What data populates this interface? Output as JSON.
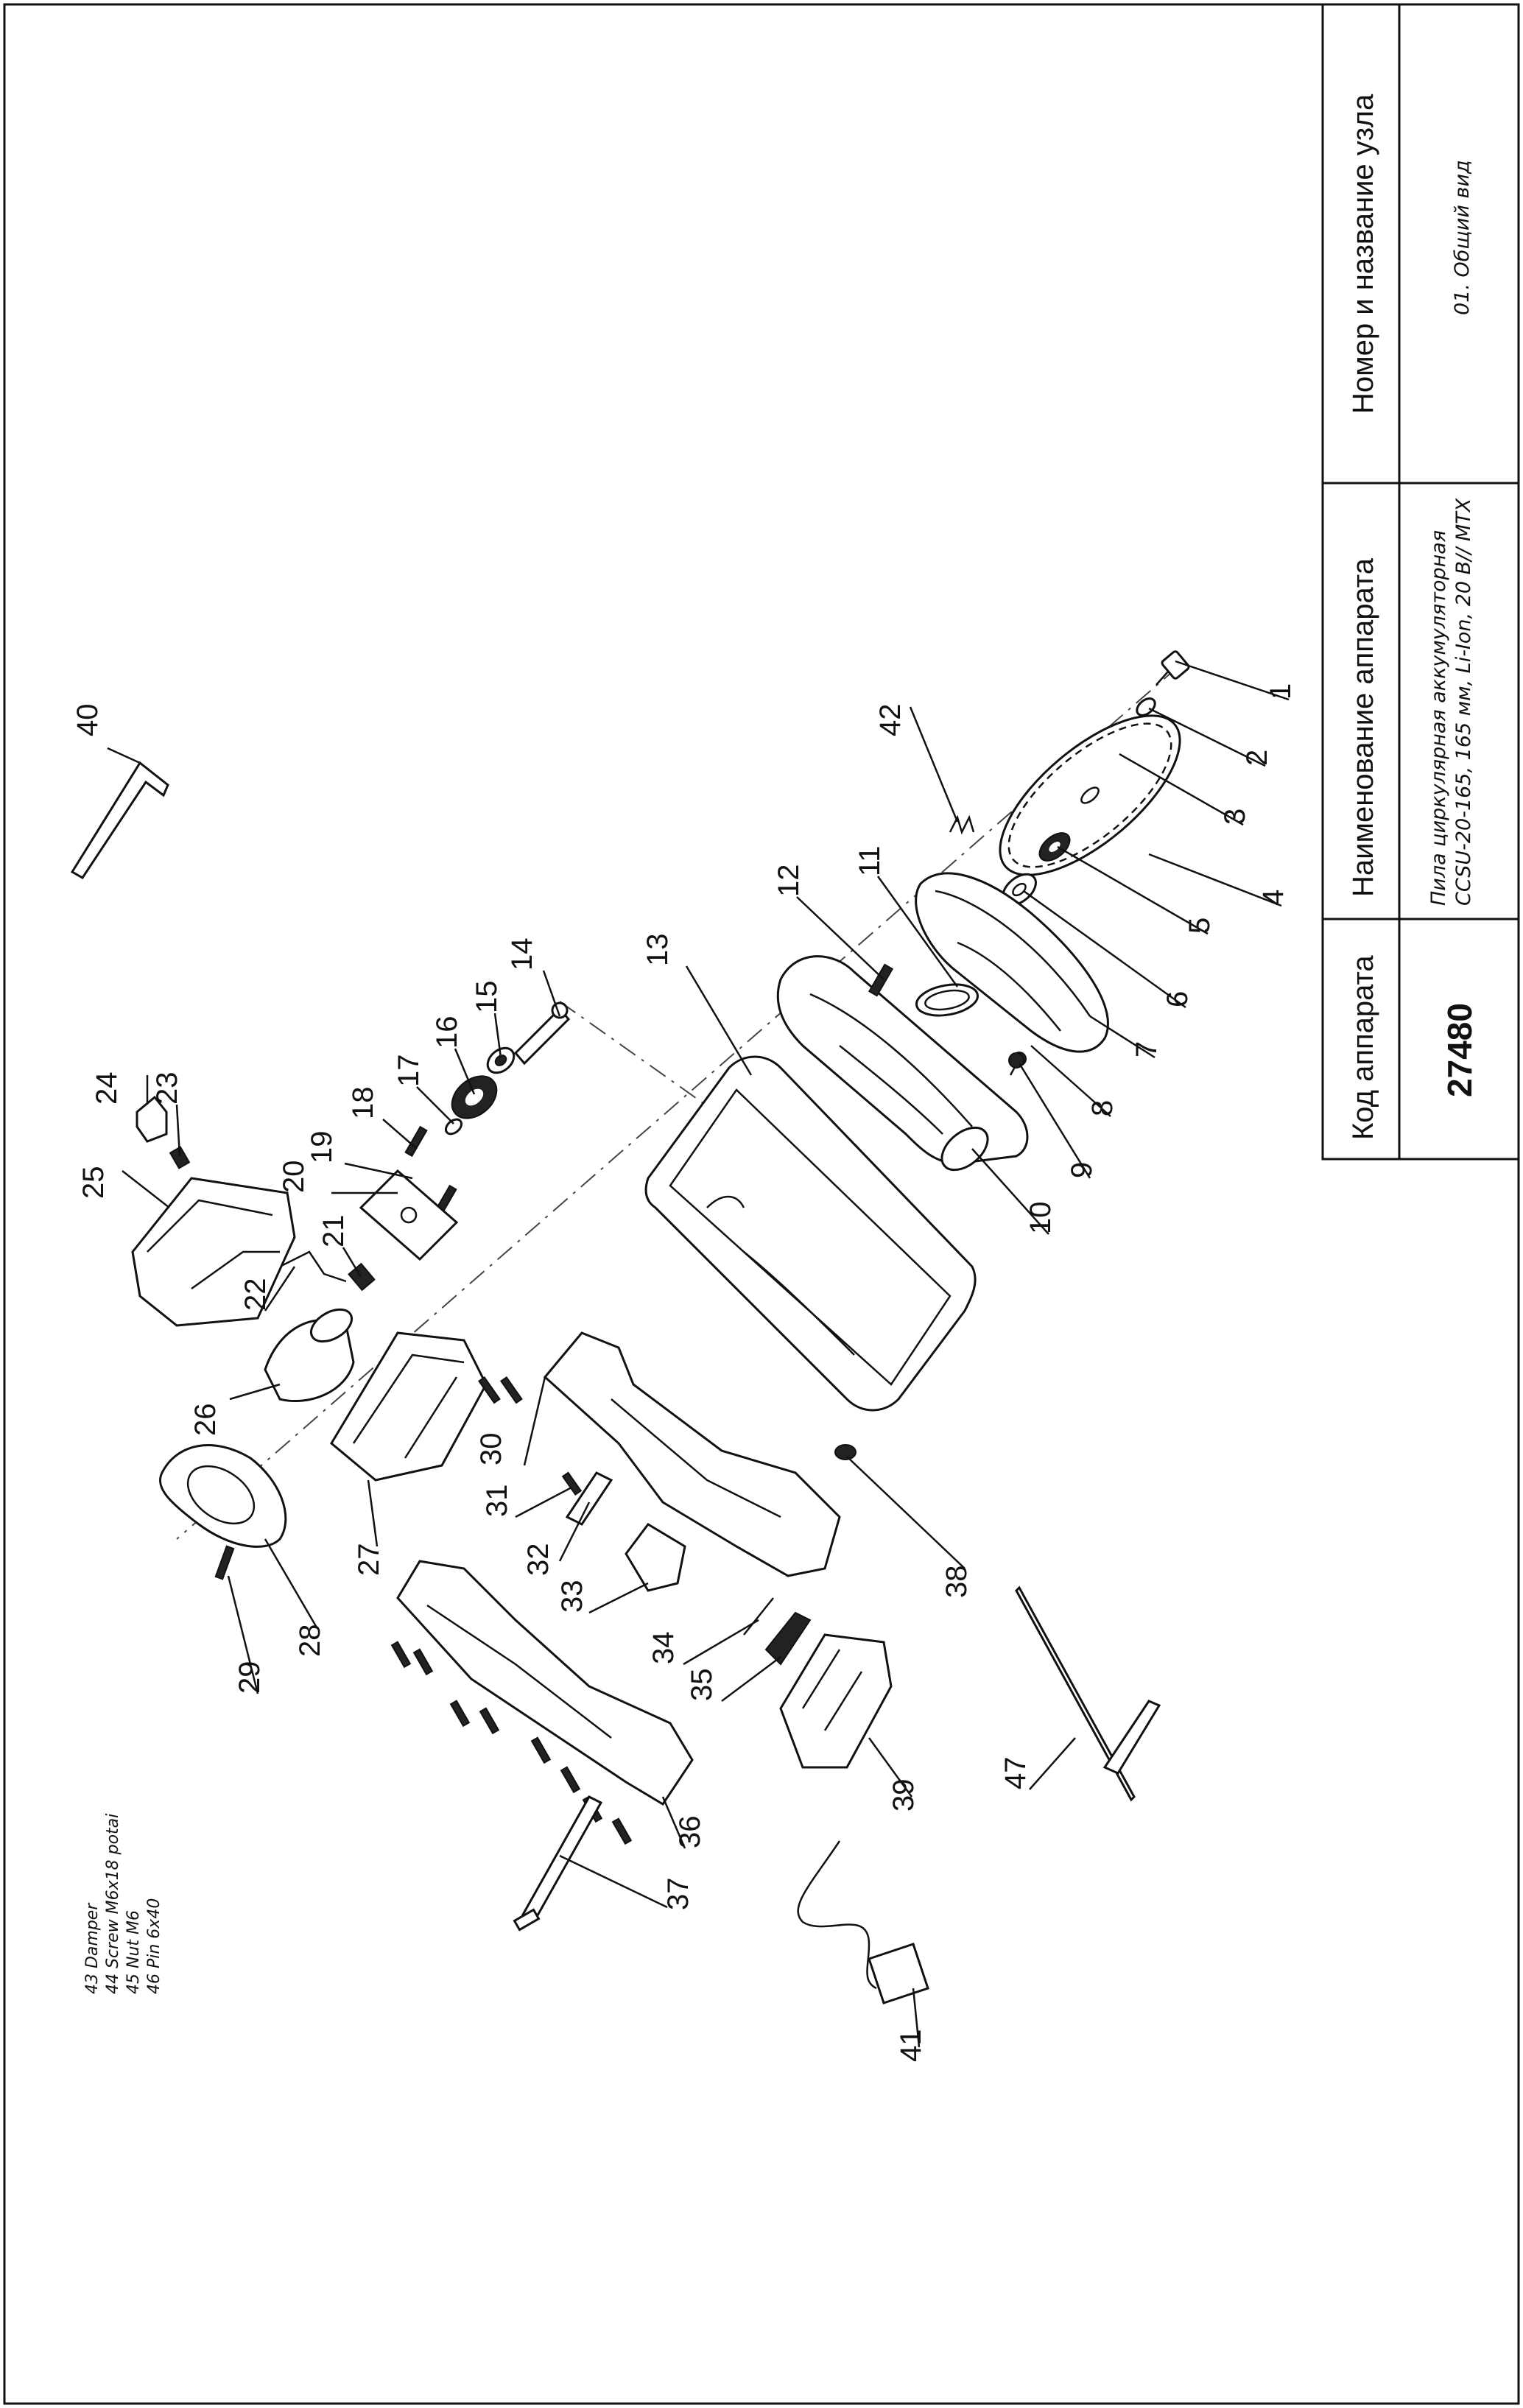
{
  "title_block": {
    "header_code": "Код аппарата",
    "header_name": "Наименование аппарата",
    "header_unit": "Номер и название узла",
    "code": "27480",
    "device_line1": "Пила циркулярная аккумуляторная",
    "device_line2": "CCSU-20-165, 165 мм, Li-Ion, 20 В// MTX",
    "unit": "01. Общий вид"
  },
  "notes": [
    "43 Damper",
    "44 Screw M6x18 potai",
    "45 Nut M6",
    "46 Pin 6x40"
  ],
  "callouts": [
    "1",
    "2",
    "3",
    "4",
    "5",
    "6",
    "7",
    "8",
    "9",
    "10",
    "11",
    "12",
    "13",
    "14",
    "15",
    "16",
    "17",
    "18",
    "19",
    "20",
    "21",
    "22",
    "23",
    "24",
    "25",
    "26",
    "27",
    "28",
    "29",
    "30",
    "31",
    "32",
    "33",
    "34",
    "35",
    "36",
    "37",
    "38",
    "39",
    "40",
    "41",
    "42",
    "47"
  ],
  "parts": [
    {
      "id": "1",
      "icon": "bolt-icon"
    },
    {
      "id": "2",
      "icon": "washer-icon"
    },
    {
      "id": "3",
      "icon": "flange-icon"
    },
    {
      "id": "4",
      "icon": "saw-blade-icon"
    },
    {
      "id": "5",
      "icon": "inner-flange-icon"
    },
    {
      "id": "6",
      "icon": "washer-icon"
    },
    {
      "id": "7",
      "icon": "lower-guard-icon"
    },
    {
      "id": "8",
      "icon": "screw-icon"
    },
    {
      "id": "9",
      "icon": "screw-icon"
    },
    {
      "id": "10",
      "icon": "upper-guard-icon"
    },
    {
      "id": "11",
      "icon": "ring-icon"
    },
    {
      "id": "12",
      "icon": "screw-icon"
    },
    {
      "id": "13",
      "icon": "base-plate-icon"
    },
    {
      "id": "14",
      "icon": "spindle-icon"
    },
    {
      "id": "15",
      "icon": "bearing-icon"
    },
    {
      "id": "16",
      "icon": "gear-icon"
    },
    {
      "id": "17",
      "icon": "circlip-icon"
    },
    {
      "id": "18",
      "icon": "screw-icon"
    },
    {
      "id": "19",
      "icon": "screw-icon"
    },
    {
      "id": "20",
      "icon": "gearbox-plate-icon"
    },
    {
      "id": "21",
      "icon": "pinion-icon"
    },
    {
      "id": "22",
      "icon": "spring-clip-icon"
    },
    {
      "id": "23",
      "icon": "spring-icon"
    },
    {
      "id": "24",
      "icon": "lock-button-icon"
    },
    {
      "id": "25",
      "icon": "gear-housing-icon"
    },
    {
      "id": "26",
      "icon": "motor-icon"
    },
    {
      "id": "27",
      "icon": "motor-housing-icon"
    },
    {
      "id": "28",
      "icon": "motor-cover-icon"
    },
    {
      "id": "29",
      "icon": "screw-icon"
    },
    {
      "id": "30",
      "icon": "screws-icon"
    },
    {
      "id": "31",
      "icon": "screw-icon"
    },
    {
      "id": "32",
      "icon": "trigger-icon"
    },
    {
      "id": "33",
      "icon": "switch-icon"
    },
    {
      "id": "34",
      "icon": "spring-icon"
    },
    {
      "id": "35",
      "icon": "terminal-block-icon"
    },
    {
      "id": "36",
      "icon": "handle-half-icon"
    },
    {
      "id": "37",
      "icon": "parallel-guide-bolt-icon"
    },
    {
      "id": "38",
      "icon": "nut-icon"
    },
    {
      "id": "39",
      "icon": "battery-icon"
    },
    {
      "id": "40",
      "icon": "hex-key-icon"
    },
    {
      "id": "41",
      "icon": "charger-icon"
    },
    {
      "id": "42",
      "icon": "spring-icon"
    },
    {
      "id": "47",
      "icon": "rip-fence-icon"
    }
  ]
}
